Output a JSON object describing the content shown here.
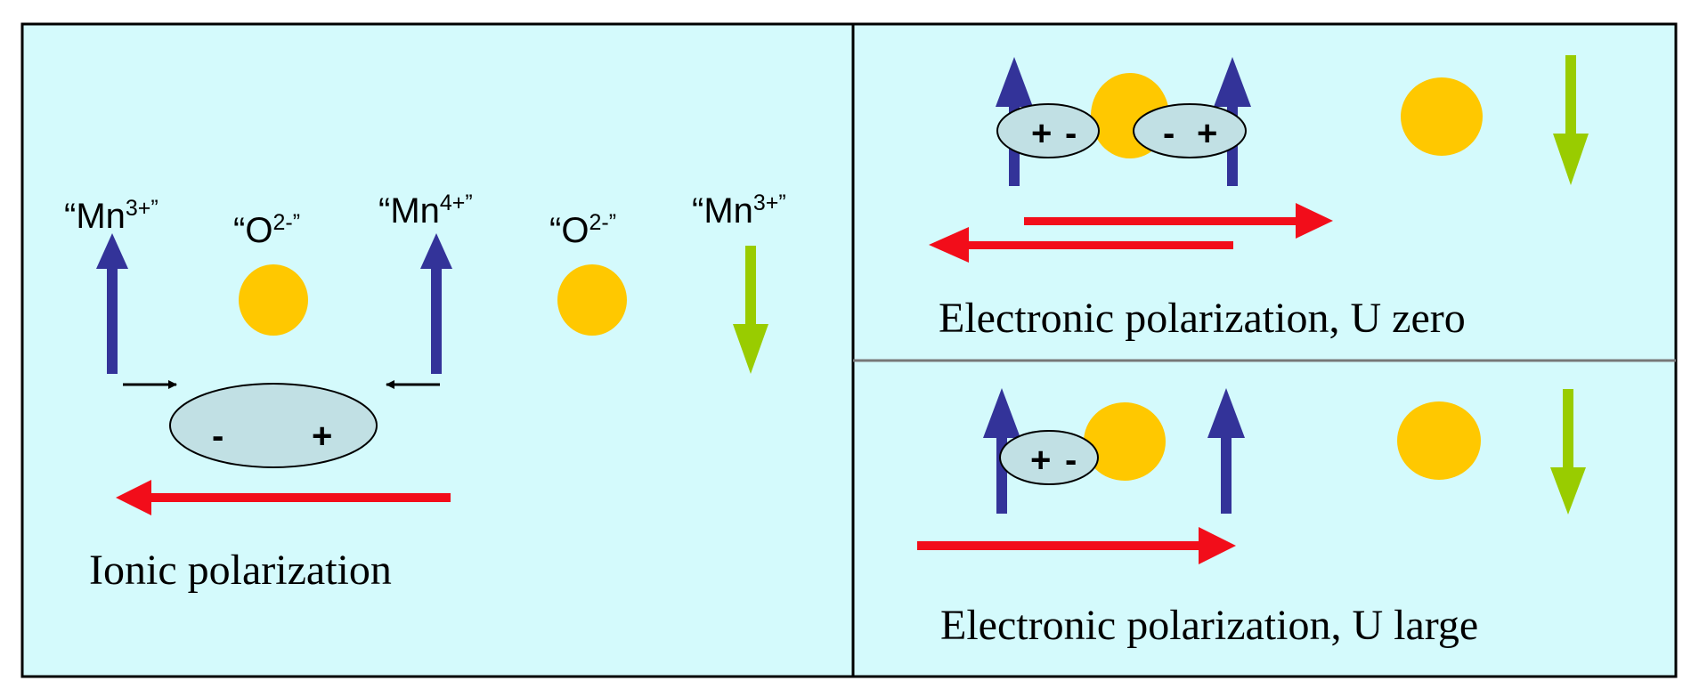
{
  "colors": {
    "panel_bg": "#d4fafc",
    "up_spin": "#333399",
    "down_spin": "#99cc00",
    "oxygen": "#ffc800",
    "polarization_arrow": "#f20d1a",
    "ellipse_fill": "#c1e0e4"
  },
  "panels": {
    "ionic": {
      "caption": "Ionic polarization",
      "atoms": [
        {
          "name": "Mn",
          "quote_open": "“",
          "sup": "3+",
          "quote_close": "”",
          "spin": "up"
        },
        {
          "name": "O",
          "quote_open": "“",
          "sup": "2-",
          "quote_close": "”"
        },
        {
          "name": "Mn",
          "quote_open": "“",
          "sup": "4+",
          "quote_close": "”",
          "spin": "up"
        },
        {
          "name": "O",
          "quote_open": "“",
          "sup": "2-",
          "quote_close": "”"
        },
        {
          "name": "Mn",
          "quote_open": "“",
          "sup": "3+",
          "quote_close": "”",
          "spin": "down"
        }
      ],
      "dipole": {
        "minus": "-",
        "plus": "+"
      }
    },
    "electronic_u_zero": {
      "caption": "Electronic polarization, U zero",
      "dipole_left": {
        "plus": "+",
        "minus": "-"
      },
      "dipole_right": {
        "minus": "-",
        "plus": "+"
      }
    },
    "electronic_u_large": {
      "caption": "Electronic polarization, U large",
      "dipole": {
        "plus": "+",
        "minus": "-"
      }
    }
  }
}
